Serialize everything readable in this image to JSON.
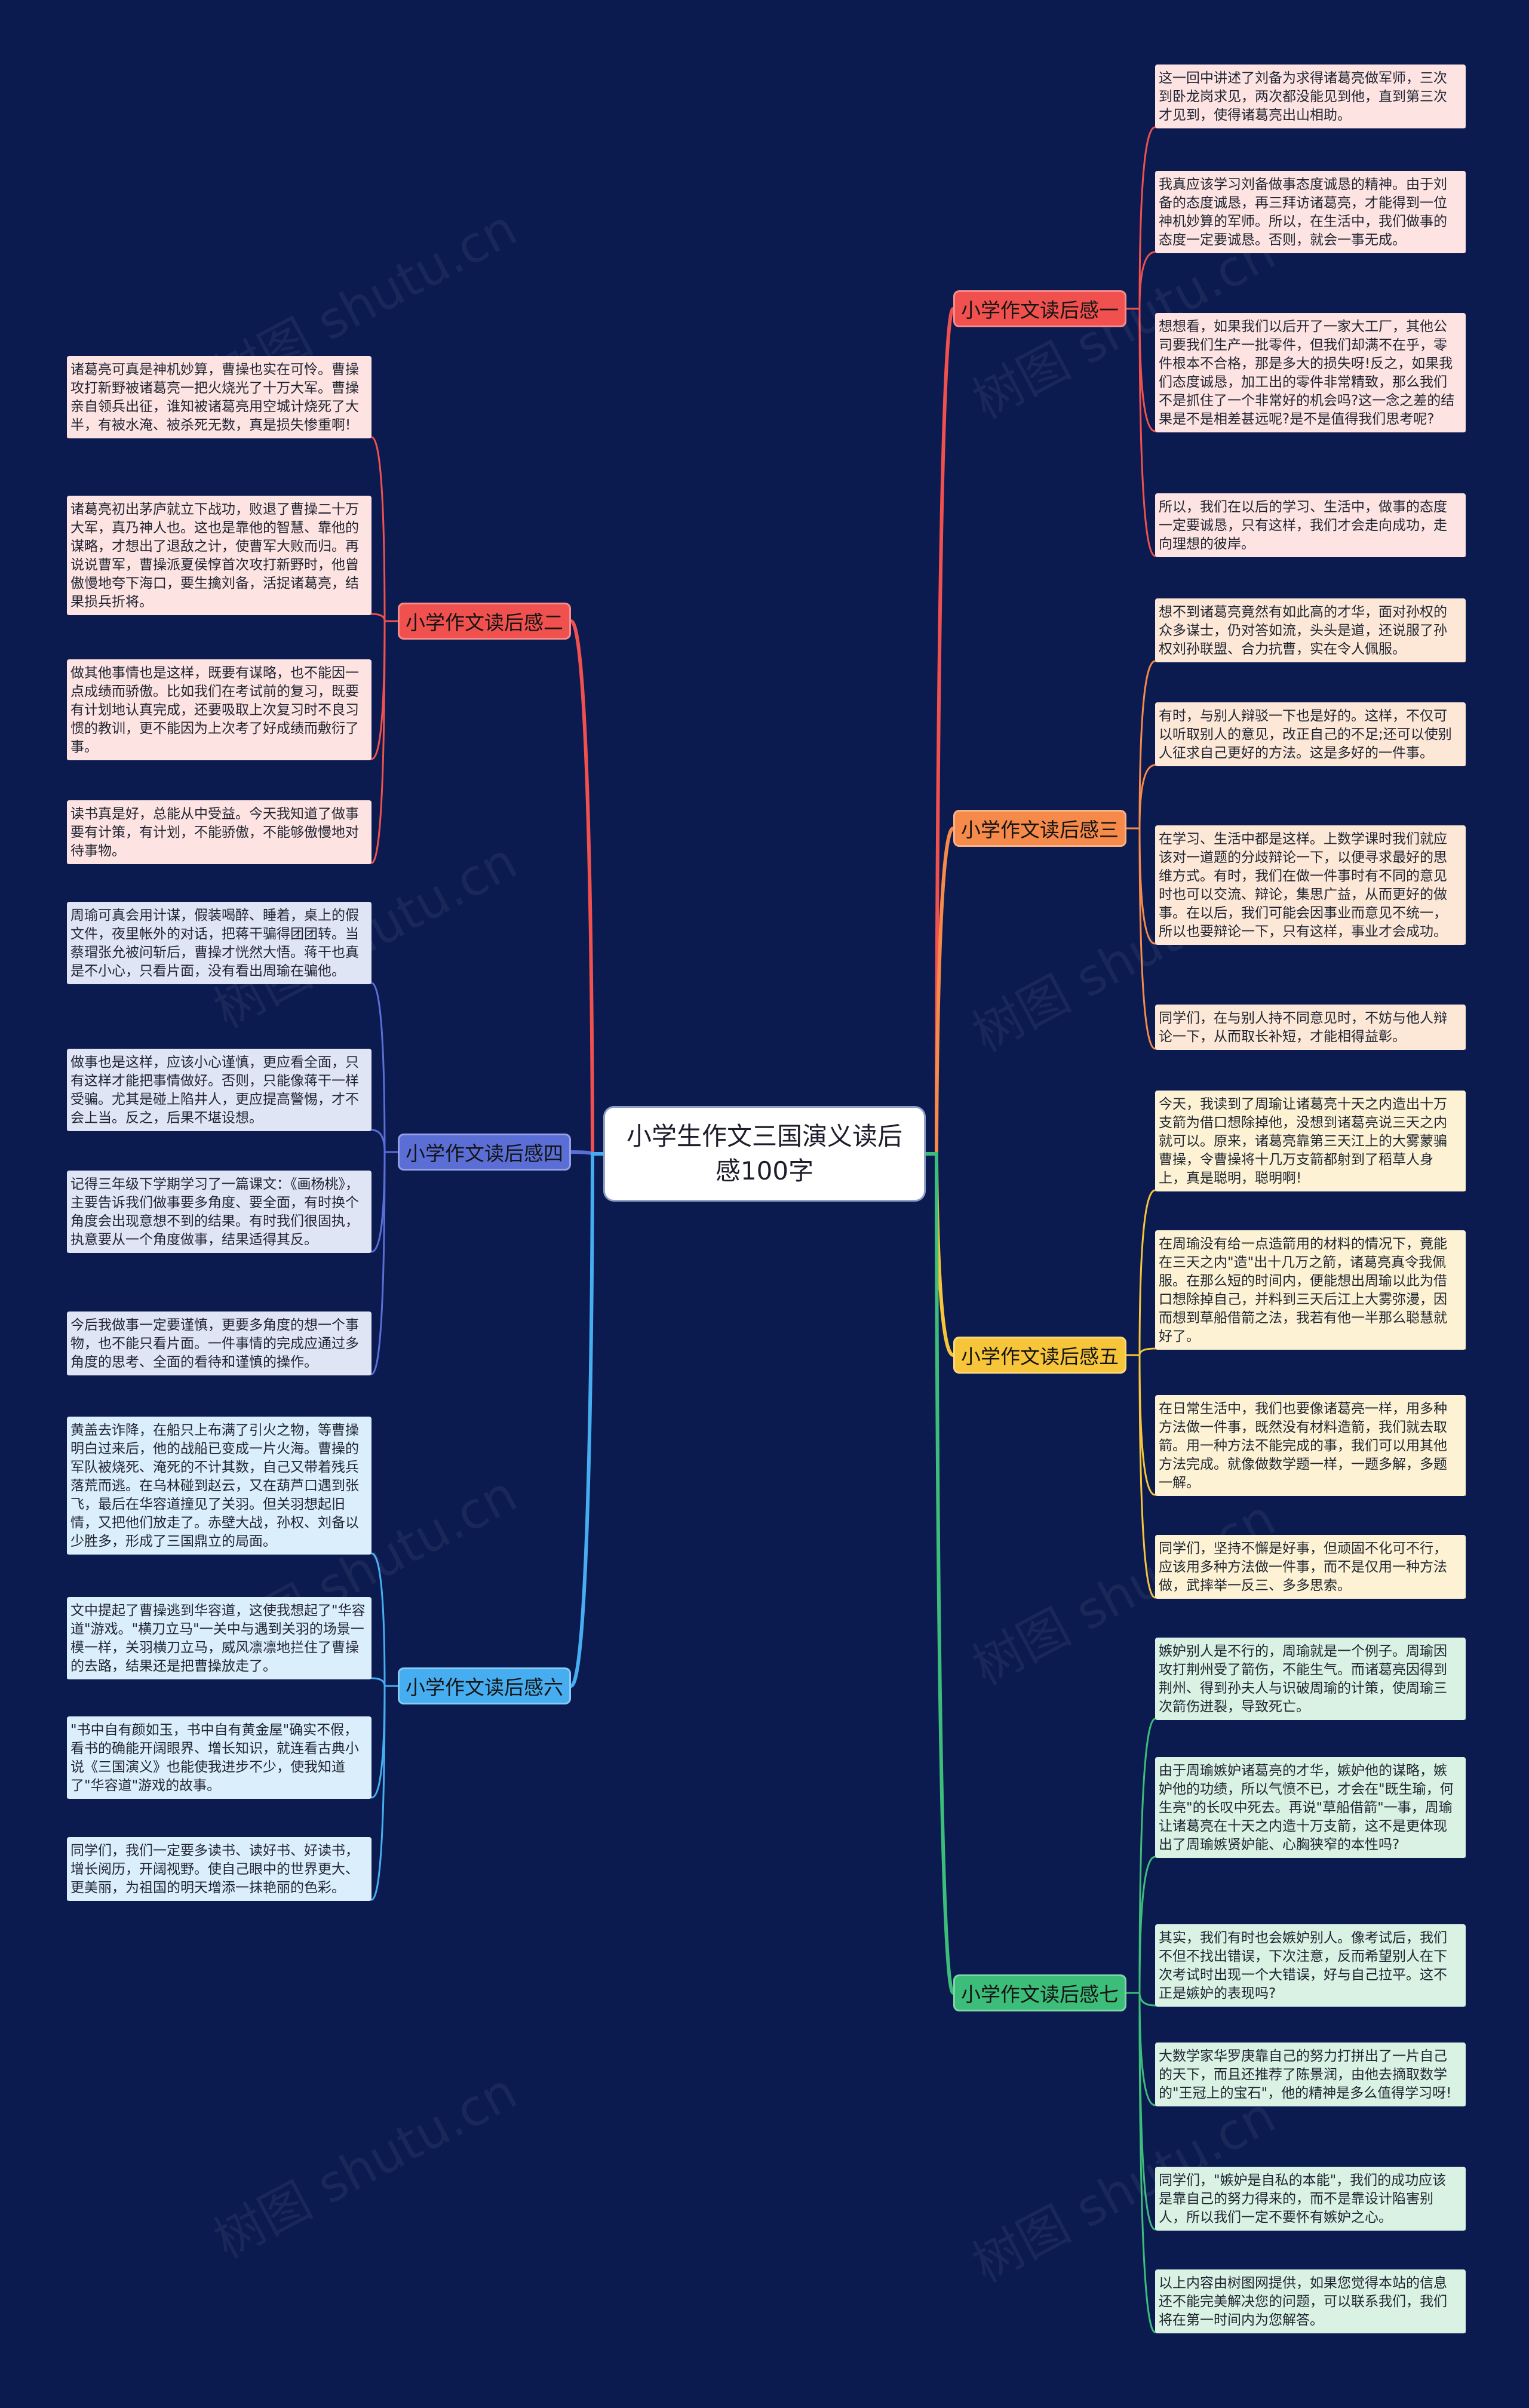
{
  "title": "小学生作文三国演义读后感100字",
  "colors": {
    "background": "#0b1a4f",
    "b1": "#f0514f",
    "b2": "#f0514f",
    "b3": "#f58a4a",
    "b4": "#5a6ed6",
    "b5": "#f7c53a",
    "b6": "#46aef0",
    "b7": "#3dbd7a"
  },
  "branches": [
    {
      "label": "小学作文读后感一",
      "leaves": [
        "这一回中讲述了刘备为求得诸葛亮做军师，三次到卧龙岗求见，两次都没能见到他，直到第三次才见到，使得诸葛亮出山相助。",
        "我真应该学习刘备做事态度诚恳的精神。由于刘备的态度诚恳，再三拜访诸葛亮，才能得到一位神机妙算的军师。所以，在生活中，我们做事的态度一定要诚恳。否则，就会一事无成。",
        "想想看，如果我们以后开了一家大工厂，其他公司要我们生产一批零件，但我们却满不在乎，零件根本不合格，那是多大的损失呀!反之，如果我们态度诚恳，加工出的零件非常精致，那么我们不是抓住了一个非常好的机会吗?这一念之差的结果是不是相差甚远呢?是不是值得我们思考呢?",
        "所以，我们在以后的学习、生活中，做事的态度一定要诚恳，只有这样，我们才会走向成功，走向理想的彼岸。"
      ]
    },
    {
      "label": "小学作文读后感二",
      "leaves": [
        "诸葛亮可真是神机妙算，曹操也实在可怜。曹操攻打新野被诸葛亮一把火烧光了十万大军。曹操亲自领兵出征，谁知被诸葛亮用空城计烧死了大半，有被水淹、被杀死无数，真是损失惨重啊!",
        "诸葛亮初出茅庐就立下战功，败退了曹操二十万大军，真乃神人也。这也是靠他的智慧、靠他的谋略，才想出了退敌之计，使曹军大败而归。再说说曹军，曹操派夏侯惇首次攻打新野时，他曾傲慢地夸下海口，要生擒刘备，活捉诸葛亮，结果损兵折将。",
        "做其他事情也是这样，既要有谋略，也不能因一点成绩而骄傲。比如我们在考试前的复习，既要有计划地认真完成，还要吸取上次复习时不良习惯的教训，更不能因为上次考了好成绩而敷衍了事。",
        "读书真是好，总能从中受益。今天我知道了做事要有计策，有计划，不能骄傲，不能够傲慢地对待事物。"
      ]
    },
    {
      "label": "小学作文读后感三",
      "leaves": [
        "想不到诸葛亮竟然有如此高的才华，面对孙权的众多谋士，仍对答如流，头头是道，还说服了孙权刘孙联盟、合力抗曹，实在令人佩服。",
        "有时，与别人辩驳一下也是好的。这样，不仅可以听取别人的意见，改正自己的不足;还可以使别人征求自己更好的方法。这是多好的一件事。",
        "在学习、生活中都是这样。上数学课时我们就应该对一道题的分歧辩论一下，以便寻求最好的思维方式。有时，我们在做一件事时有不同的意见时也可以交流、辩论，集思广益，从而更好的做事。在以后，我们可能会因事业而意见不统一，所以也要辩论一下，只有这样，事业才会成功。",
        "同学们，在与别人持不同意见时，不妨与他人辩论一下，从而取长补短，才能相得益彰。"
      ]
    },
    {
      "label": "小学作文读后感四",
      "leaves": [
        "周瑜可真会用计谋，假装喝醉、睡着，桌上的假文件，夜里帐外的对话，把蒋干骗得团团转。当蔡瑁张允被问斩后，曹操才恍然大悟。蒋干也真是不小心，只看片面，没有看出周瑜在骗他。",
        "做事也是这样，应该小心谨慎，更应看全面，只有这样才能把事情做好。否则，只能像蒋干一样受骗。尤其是碰上陷井人，更应提高警惕，才不会上当。反之，后果不堪设想。",
        "记得三年级下学期学习了一篇课文：《画杨桃》，主要告诉我们做事要多角度、要全面，有时换个角度会出现意想不到的结果。有时我们很固执，执意要从一个角度做事，结果适得其反。",
        "今后我做事一定要谨慎，更要多角度的想一个事物，也不能只看片面。一件事情的完成应通过多角度的思考、全面的看待和谨慎的操作。"
      ]
    },
    {
      "label": "小学作文读后感五",
      "leaves": [
        "今天，我读到了周瑜让诸葛亮十天之内造出十万支箭为借口想除掉他，没想到诸葛亮说三天之内就可以。原来，诸葛亮靠第三天江上的大雾蒙骗曹操，令曹操将十几万支箭都射到了稻草人身上，真是聪明，聪明啊!",
        "在周瑜没有给一点造箭用的材料的情况下，竟能在三天之内\"造\"出十几万之箭，诸葛亮真令我佩服。在那么短的时间内，便能想出周瑜以此为借口想除掉自己，并料到三天后江上大雾弥漫，因而想到草船借箭之法，我若有他一半那么聪慧就好了。",
        "在日常生活中，我们也要像诸葛亮一样，用多种方法做一件事，既然没有材料造箭，我们就去取箭。用一种方法不能完成的事，我们可以用其他方法完成。就像做数学题一样，一题多解，多题一解。",
        "同学们，坚持不懈是好事，但顽固不化可不行，应该用多种方法做一件事，而不是仅用一种方法做，武摔举一反三、多多思索。"
      ]
    },
    {
      "label": "小学作文读后感六",
      "leaves": [
        "黄盖去诈降，在船只上布满了引火之物，等曹操明白过来后，他的战船已变成一片火海。曹操的军队被烧死、淹死的不计其数，自己又带着残兵落荒而逃。在乌林碰到赵云，又在葫芦口遇到张飞，最后在华容道撞见了关羽。但关羽想起旧情，又把他们放走了。赤壁大战，孙权、刘备以少胜多，形成了三国鼎立的局面。",
        "文中提起了曹操逃到华容道，这使我想起了\"华容道\"游戏。\"横刀立马\"一关中与遇到关羽的场景一模一样，关羽横刀立马，威风凛凛地拦住了曹操的去路，结果还是把曹操放走了。",
        "\"书中自有颜如玉，书中自有黄金屋\"确实不假，看书的确能开阔眼界、增长知识，就连看古典小说《三国演义》也能使我进步不少，使我知道了\"华容道\"游戏的故事。",
        "同学们，我们一定要多读书、读好书、好读书，增长阅历，开阔视野。使自己眼中的世界更大、更美丽，为祖国的明天增添一抹艳丽的色彩。"
      ]
    },
    {
      "label": "小学作文读后感七",
      "leaves": [
        "嫉妒别人是不行的，周瑜就是一个例子。周瑜因攻打荆州受了箭伤，不能生气。而诸葛亮因得到荆州、得到孙夫人与识破周瑜的计策，使周瑜三次箭伤迸裂，导致死亡。",
        "由于周瑜嫉妒诸葛亮的才华，嫉妒他的谋略，嫉妒他的功绩，所以气愤不已，才会在\"既生瑜，何生亮\"的长叹中死去。再说\"草船借箭\"一事，周瑜让诸葛亮在十天之内造十万支箭，这不是更体现出了周瑜嫉贤妒能、心胸狭窄的本性吗?",
        "其实，我们有时也会嫉妒别人。像考试后，我们不但不找出错误，下次注意，反而希望别人在下次考试时出现一个大错误，好与自己拉平。这不正是嫉妒的表现吗?",
        "大数学家华罗庚靠自己的努力打拼出了一片自己的天下，而且还推荐了陈景润，由他去摘取数学的\"王冠上的宝石\"，他的精神是多么值得学习呀!",
        "同学们，\"嫉妒是自私的本能\"，我们的成功应该是靠自己的努力得来的，而不是靠设计陷害别人，所以我们一定不要怀有嫉妒之心。",
        "以上内容由树图网提供，如果您觉得本站的信息还不能完美解决您的问题，可以联系我们，我们将在第一时间内为您解答。"
      ]
    }
  ]
}
